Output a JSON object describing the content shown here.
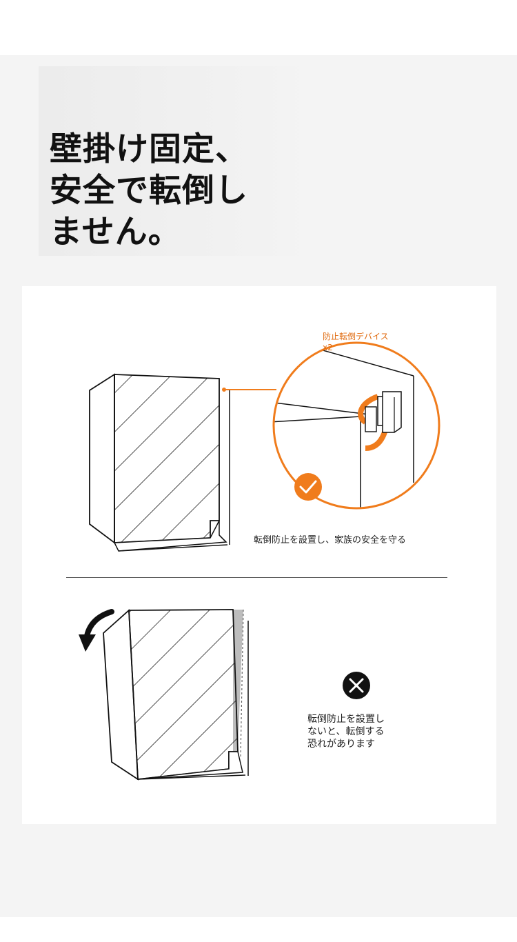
{
  "title": {
    "lines": [
      "壁掛け固定、",
      "安全で転倒し",
      "ません。"
    ]
  },
  "correct": {
    "device_label": "防止転倒デバイスx2",
    "caption": "転倒防止を設置し、家族の安全を守る",
    "status_icon": "check-circle-icon"
  },
  "incorrect": {
    "caption_lines": [
      "転倒防止を設置し",
      "ないと、転倒する",
      "恐れがあります"
    ],
    "status_icon": "x-circle-icon"
  },
  "colors": {
    "accent": "#f07c1c",
    "line": "#111111",
    "panel": "#f4f4f4",
    "card": "#ffffff"
  }
}
